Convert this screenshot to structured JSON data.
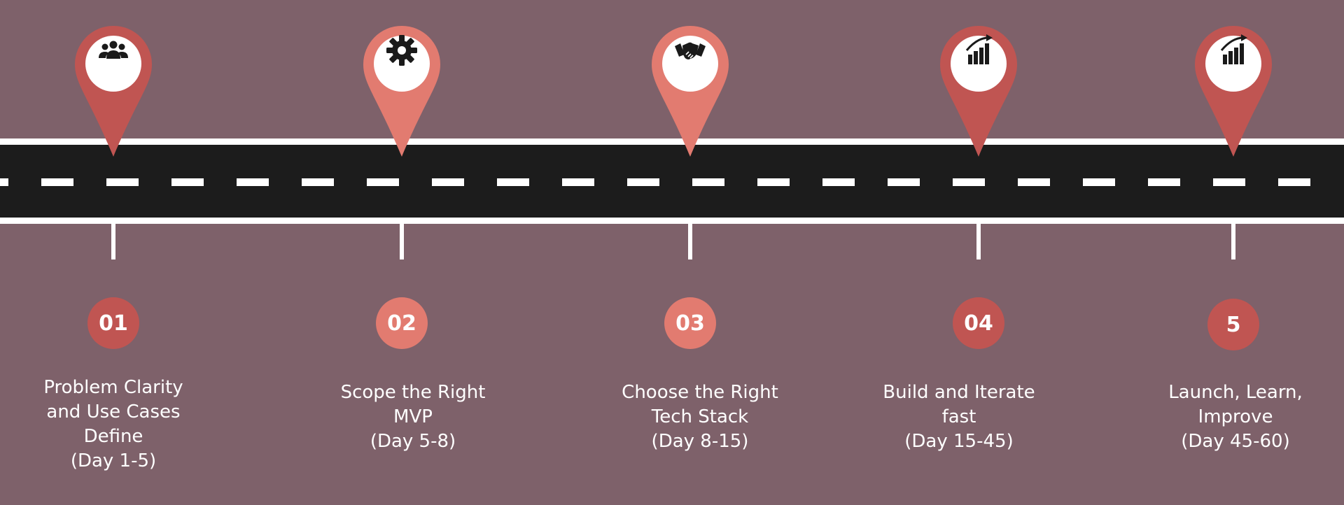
{
  "colors": {
    "background": "#7e616a",
    "road": "#1c1c1c",
    "marking": "#ffffff",
    "pin_dark": "#c05552",
    "pin_light": "#e27b70",
    "icon": "#1a1a1a"
  },
  "steps": [
    {
      "number": "01",
      "icon": "people-group-icon",
      "tone": "dark",
      "lines": [
        "Problem Clarity",
        "and Use Cases",
        "Define",
        "(Day 1-5)"
      ]
    },
    {
      "number": "02",
      "icon": "gear-icon",
      "tone": "light",
      "lines": [
        "Scope the Right",
        "MVP",
        "(Day 5-8)"
      ]
    },
    {
      "number": "03",
      "icon": "handshake-icon",
      "tone": "light",
      "lines": [
        "Choose the Right",
        "Tech Stack",
        "(Day 8-15)"
      ]
    },
    {
      "number": "04",
      "icon": "growth-chart-icon",
      "tone": "dark",
      "lines": [
        "Build and Iterate",
        "fast",
        "(Day 15-45)"
      ]
    },
    {
      "number": "5",
      "icon": "growth-chart-icon",
      "tone": "dark",
      "lines": [
        "Launch, Learn, Improve",
        "(Day 45-60)"
      ]
    }
  ]
}
